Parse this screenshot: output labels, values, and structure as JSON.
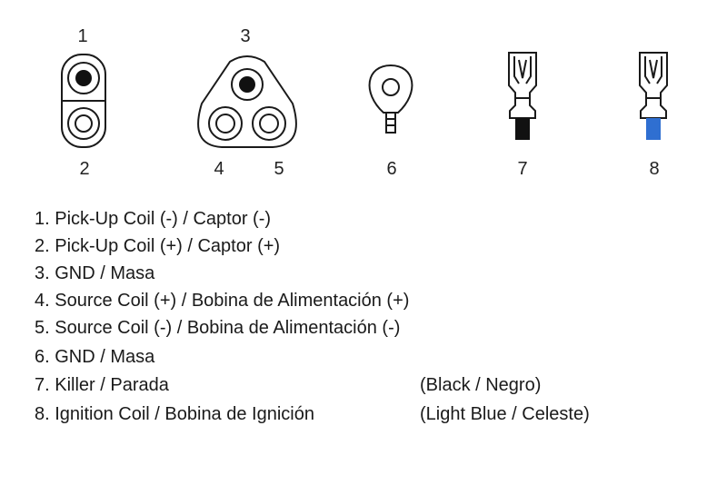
{
  "connectors": [
    {
      "id": "1",
      "label": "1"
    },
    {
      "id": "2",
      "label": "2"
    },
    {
      "id": "3",
      "label": "3"
    },
    {
      "id": "4",
      "label": "4"
    },
    {
      "id": "5",
      "label": "5"
    },
    {
      "id": "6",
      "label": "6"
    },
    {
      "id": "7",
      "label": "7"
    },
    {
      "id": "8",
      "label": "8"
    }
  ],
  "legend": [
    {
      "text": "1. Pick-Up Coil (-) / Captor (-)",
      "color_note": ""
    },
    {
      "text": "2. Pick-Up Coil (+) / Captor (+)",
      "color_note": ""
    },
    {
      "text": "3.  GND / Masa",
      "color_note": ""
    },
    {
      "text": "4. Source Coil (+) / Bobina de Alimentación (+)",
      "color_note": ""
    },
    {
      "text": "5. Source Coil (-) / Bobina de Alimentación (-)",
      "color_note": ""
    },
    {
      "text": "6. GND / Masa",
      "color_note": ""
    },
    {
      "text": "7. Killer / Parada",
      "color_note": "(Black / Negro)"
    },
    {
      "text": "8. Ignition Coil / Bobina de Ignición",
      "color_note": "(Light Blue / Celeste)"
    }
  ],
  "colors": {
    "outline": "#1a1a1a",
    "pin_fill": "#111111",
    "wire_7": "#111111",
    "wire_8": "#2f6fd1",
    "background": "#ffffff"
  }
}
